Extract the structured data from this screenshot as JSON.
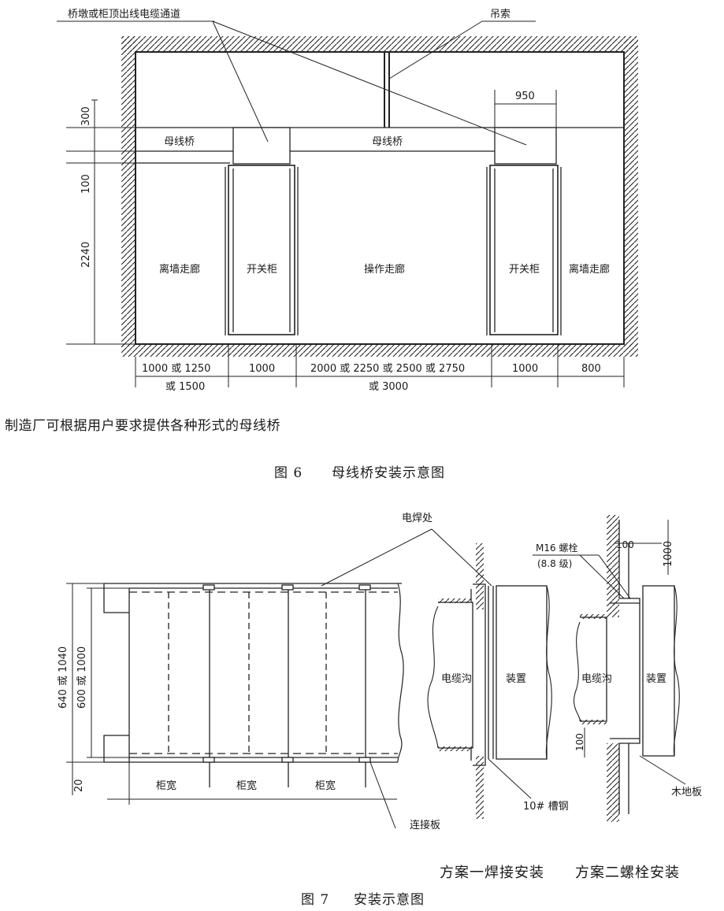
{
  "fig6": {
    "labels": {
      "channel": "桥墩或柜顶出线电缆通道",
      "hanger": "吊索",
      "busbar_left": "母线桥",
      "busbar_mid": "母线桥",
      "wall_corridor_left": "离墙走廊",
      "cabinet_left": "开关柜",
      "operating_corridor": "操作走廊",
      "cabinet_right": "开关柜",
      "wall_corridor_right": "离墙走廊"
    },
    "dims": {
      "d300": "300",
      "d100": "100",
      "d2240": "2240",
      "d950": "950",
      "b1a": "1000 或 1250",
      "b1b": "或 1500",
      "b2": "1000",
      "b3a": "2000 或 2250 或 2500 或 2750",
      "b3b": "或 3000",
      "b4": "1000",
      "b5": "800"
    },
    "note": "制造厂可根据用户要求提供各种形式的母线桥",
    "caption_num": "图 6",
    "caption_title": "母线桥安装示意图"
  },
  "fig7": {
    "labels": {
      "weld": "电焊处",
      "bolt_line1": "M16 螺栓",
      "bolt_line2": "(8.8 级)",
      "cable_trench1": "电缆沟",
      "device1": "装置",
      "cable_trench2": "电缆沟",
      "device2": "装置",
      "cab_w1": "柜宽",
      "cab_w2": "柜宽",
      "cab_w3": "柜宽",
      "plate": "连接板",
      "channel_steel": "10# 槽钢",
      "floor": "木地板"
    },
    "dims": {
      "outer": "640 或 1040",
      "inner": "600 或 1000",
      "d20": "20",
      "d100a": "100",
      "d1000": "1000",
      "d100b": "100"
    },
    "scheme1": "方案一焊接安装",
    "scheme2": "方案二螺栓安装",
    "caption_num": "图 7",
    "caption_title": "安装示意图"
  }
}
